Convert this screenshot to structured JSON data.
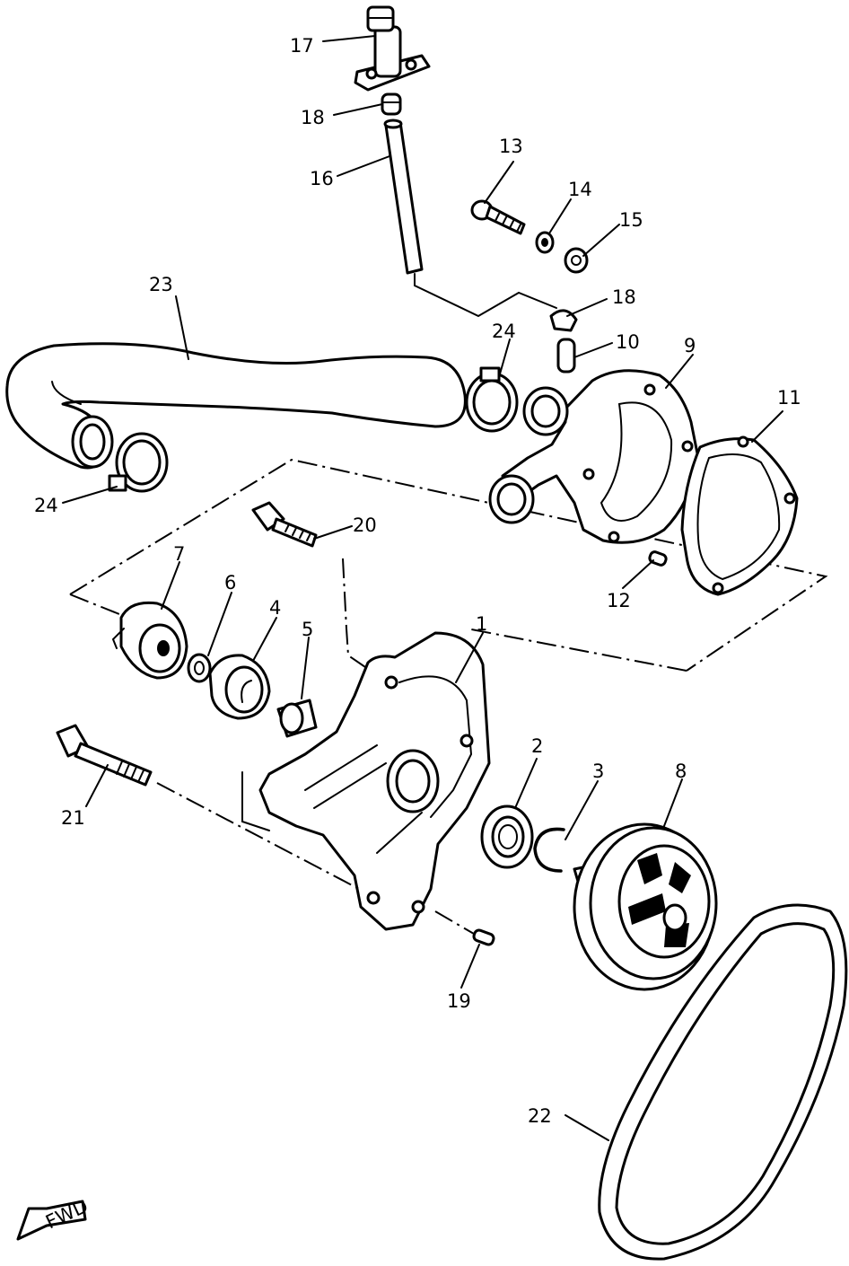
{
  "callouts": {
    "c1": "1",
    "c2": "2",
    "c3": "3",
    "c4": "4",
    "c5": "5",
    "c6": "6",
    "c7": "7",
    "c8": "8",
    "c9": "9",
    "c10": "10",
    "c11": "11",
    "c12": "12",
    "c13": "13",
    "c14": "14",
    "c15": "15",
    "c16": "16",
    "c17": "17",
    "c18a": "18",
    "c18b": "18",
    "c19": "19",
    "c20": "20",
    "c21": "21",
    "c22": "22",
    "c23": "23",
    "c24a": "24",
    "c24b": "24"
  },
  "front_arrow": "FWD"
}
